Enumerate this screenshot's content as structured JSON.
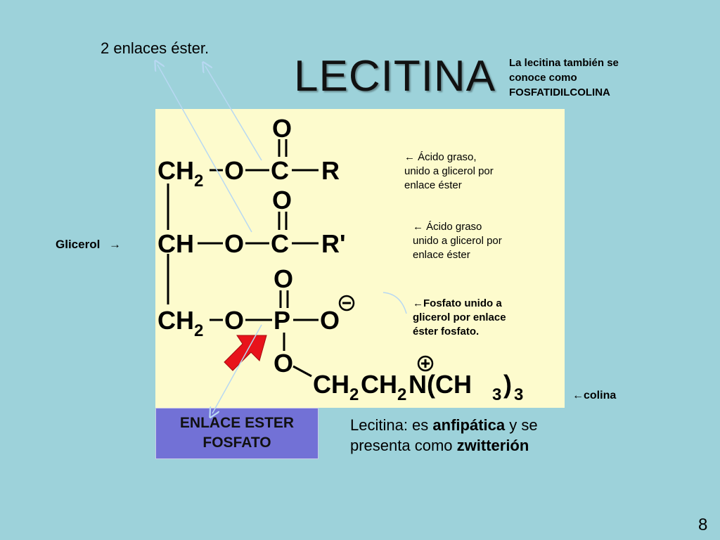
{
  "title": "LECITINA",
  "top_label": "2 enlaces éster.",
  "also_known": {
    "line1": "La lecitina también se",
    "line2": "conoce como",
    "line3": "FOSFATIDILCOLINA"
  },
  "left_label": "Glicerol",
  "left_arrow": "→",
  "notes": {
    "fatty1": {
      "line1": "←  Ácido graso,",
      "line2": "unido a glicerol por",
      "line3": "enlace éster"
    },
    "fatty2": {
      "line1": "← Ácido graso",
      "line2": "unido a glicerol por",
      "line3": "enlace éster"
    },
    "phosphate": {
      "line1": "←Fosfato unido a",
      "line2": "glicerol por enlace",
      "line3": "éster fosfato."
    },
    "choline": "←colina"
  },
  "enlace_box": {
    "line1": "ENLACE ESTER",
    "line2": "FOSFATO"
  },
  "summary": {
    "p1": "Lecitina: es ",
    "b1": "anfipática",
    "p2": " y se",
    "p3": "presenta como ",
    "b2": "zwitterión"
  },
  "formula": {
    "row1": {
      "ch": "CH",
      "sub": "2",
      "o": "O",
      "c": "C",
      "r": "R",
      "dbl_o": "O"
    },
    "row2": {
      "ch": "CH",
      "o": "O",
      "c": "C",
      "r": "R'",
      "dbl_o": "O"
    },
    "row3": {
      "ch": "CH",
      "sub": "2",
      "o": "O",
      "p": "P",
      "o_minus": "O",
      "minus": "−",
      "dbl_o": "O"
    },
    "row4": {
      "o": "O",
      "ch2a": "CH",
      "sub_a": "2",
      "ch2b": "CH",
      "sub_b": "2",
      "n": "N(CH",
      "sub_c": "3",
      "close": ")",
      "sub_d": "3",
      "plus": "+"
    }
  },
  "page_number": "8",
  "colors": {
    "background": "#9dd2da",
    "panel": "#fdfbcd",
    "enlace_box": "#7271d6",
    "highlight_arrow": "#e8131b",
    "pointer_lines": "#b8d8f2"
  }
}
